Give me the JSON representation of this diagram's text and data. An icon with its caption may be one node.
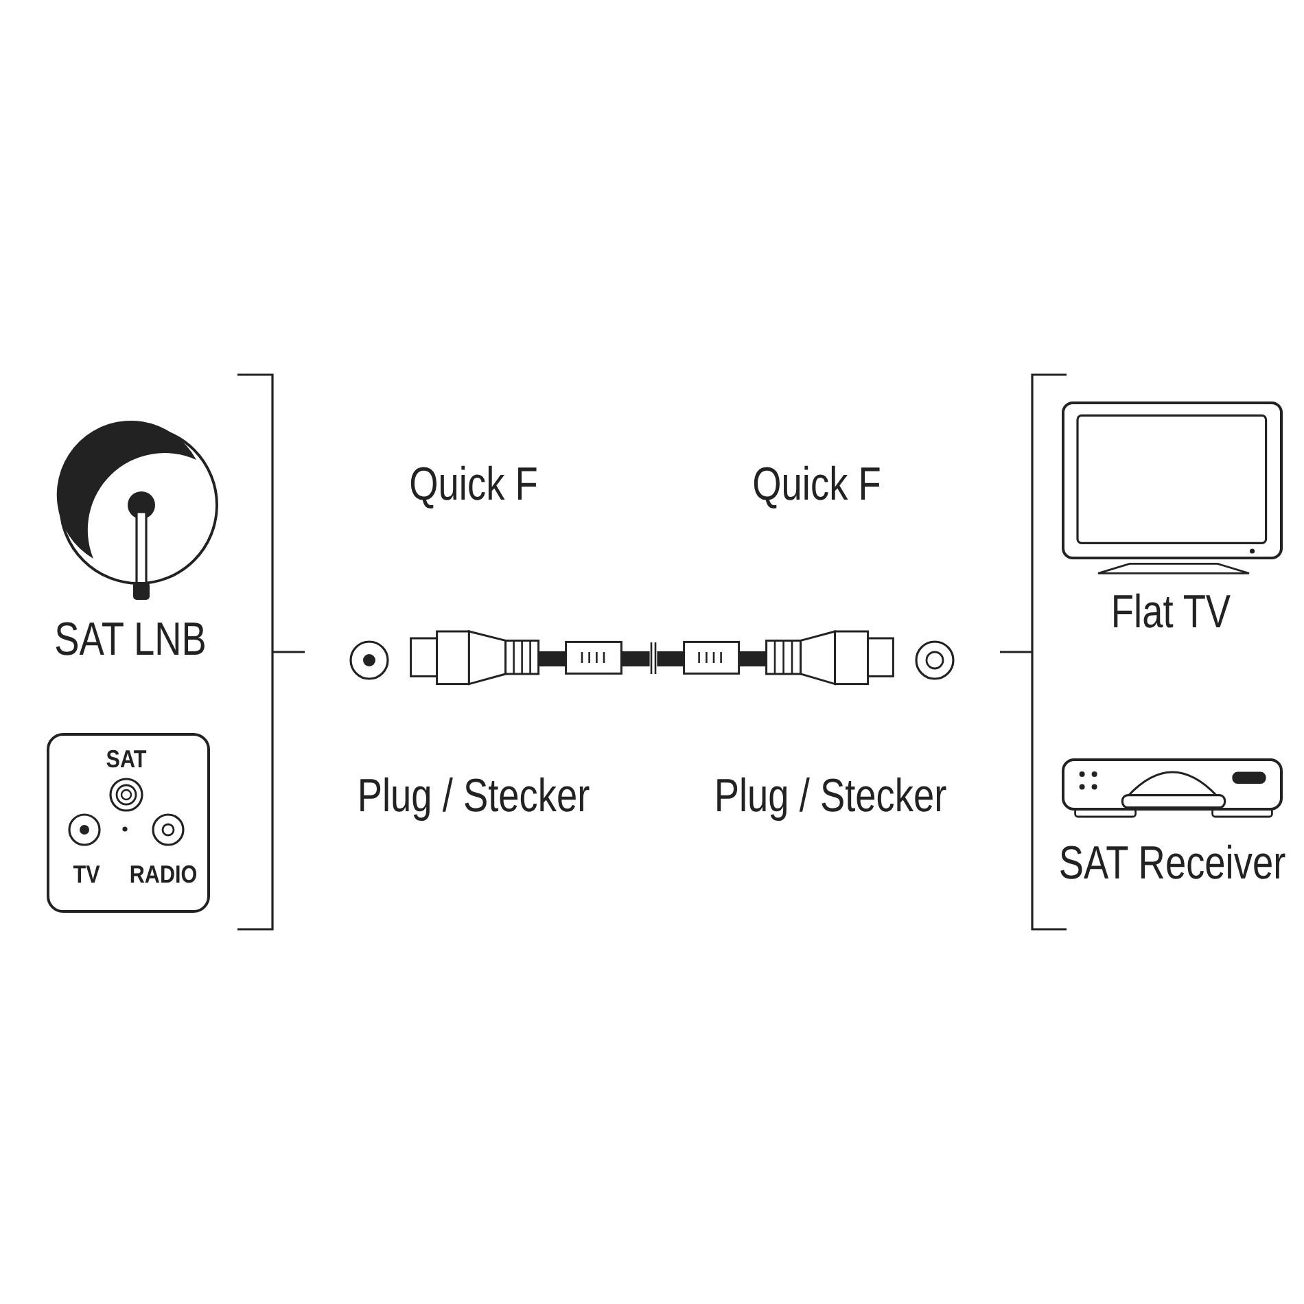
{
  "diagram": {
    "nodes": [
      {
        "text": [
          "SAT LNB"
        ]
      },
      {
        "text": [
          "SAT",
          "TV",
          "RADIO"
        ]
      },
      {
        "text": [
          "Flat TV"
        ]
      },
      {
        "text": [
          "SAT Receiver"
        ]
      }
    ],
    "labels": [
      "Quick F",
      "Quick F",
      "Plug / Stecker",
      "Plug / Stecker"
    ]
  }
}
